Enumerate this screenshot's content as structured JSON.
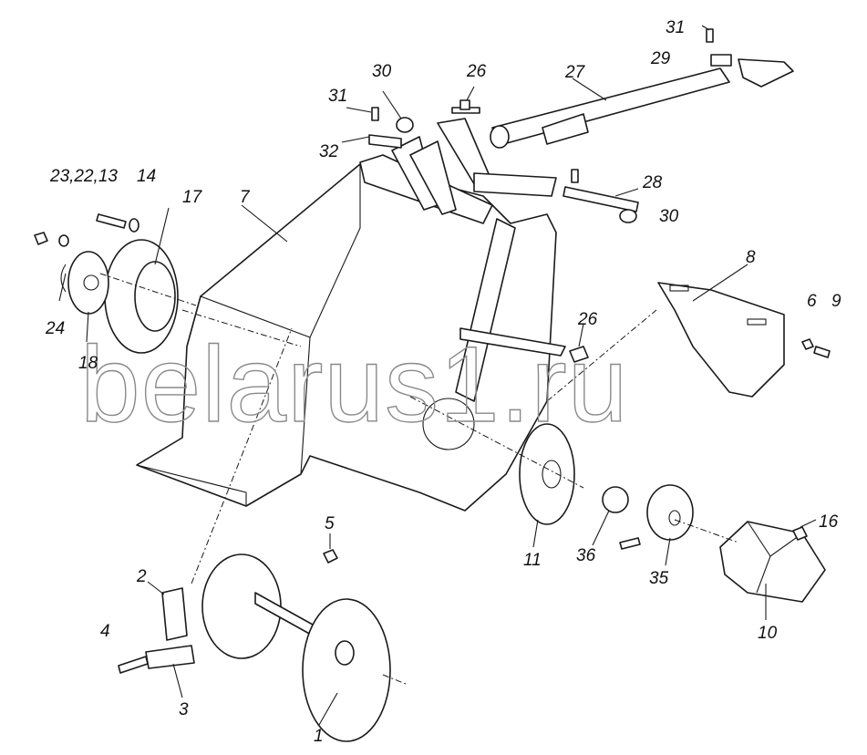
{
  "watermark": "belarus1.ru",
  "callouts": [
    {
      "id": "p31a",
      "text": "31"
    },
    {
      "id": "p29",
      "text": "29"
    },
    {
      "id": "p27",
      "text": "27"
    },
    {
      "id": "p26a",
      "text": "26"
    },
    {
      "id": "p30a",
      "text": "30"
    },
    {
      "id": "p31b",
      "text": "31"
    },
    {
      "id": "p32",
      "text": "32"
    },
    {
      "id": "p23_22_13",
      "text": "23,22,13"
    },
    {
      "id": "p14",
      "text": "14"
    },
    {
      "id": "p17",
      "text": "17"
    },
    {
      "id": "p7",
      "text": "7"
    },
    {
      "id": "p28",
      "text": "28"
    },
    {
      "id": "p30b",
      "text": "30"
    },
    {
      "id": "p8",
      "text": "8"
    },
    {
      "id": "p6",
      "text": "6"
    },
    {
      "id": "p9",
      "text": "9"
    },
    {
      "id": "p24",
      "text": "24"
    },
    {
      "id": "p18",
      "text": "18"
    },
    {
      "id": "p26b",
      "text": "26"
    },
    {
      "id": "p11",
      "text": "11"
    },
    {
      "id": "p36",
      "text": "36"
    },
    {
      "id": "p35",
      "text": "35"
    },
    {
      "id": "p16",
      "text": "16"
    },
    {
      "id": "p10",
      "text": "10"
    },
    {
      "id": "p5",
      "text": "5"
    },
    {
      "id": "p2",
      "text": "2"
    },
    {
      "id": "p4",
      "text": "4"
    },
    {
      "id": "p3",
      "text": "3"
    },
    {
      "id": "p1",
      "text": "1"
    }
  ]
}
